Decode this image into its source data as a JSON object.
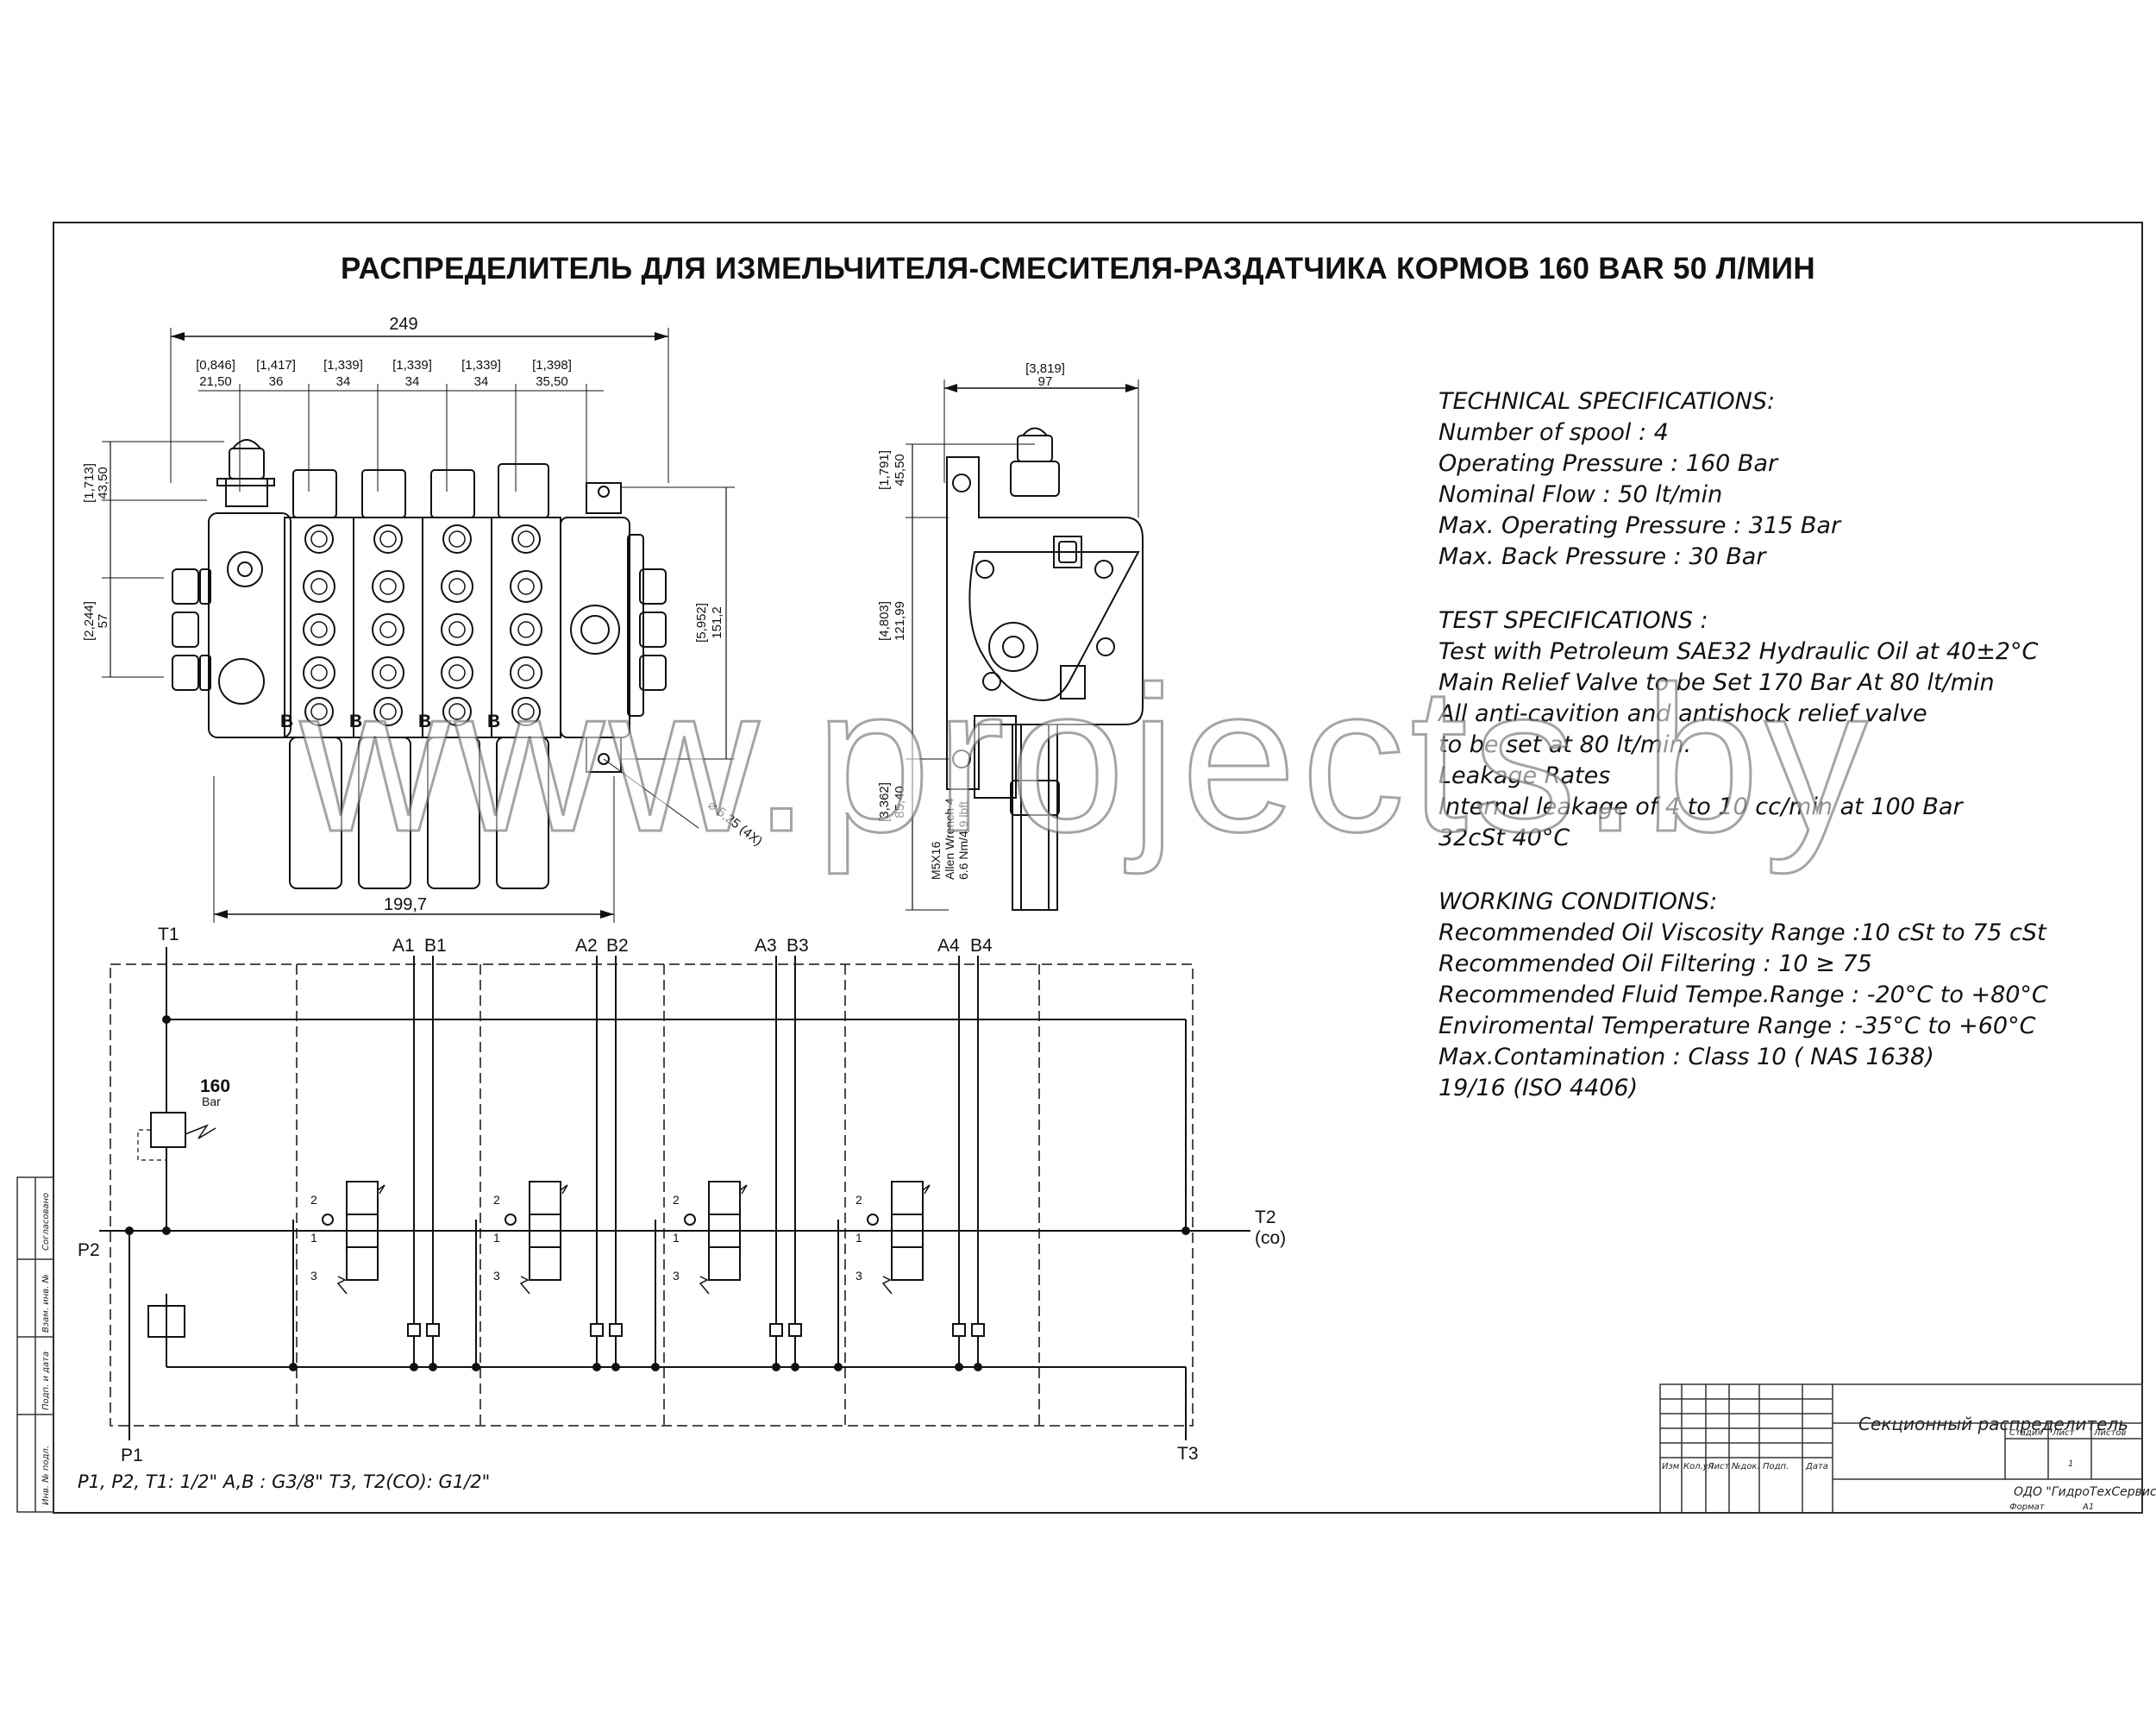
{
  "title": "РАСПРЕДЕЛИТЕЛЬ ДЛЯ ИЗМЕЛЬЧИТЕЛЯ-СМЕСИТЕЛЯ-РАЗДАТЧИКА КОРМОВ 160 BAR 50 Л/МИН",
  "watermark": "www.projects.by",
  "front_view": {
    "overall_width": "249",
    "body_width": "199,7",
    "pitch_inch": [
      "[0,846]",
      "[1,417]",
      "[1,339]",
      "[1,339]",
      "[1,339]",
      "[1,398]"
    ],
    "pitch_mm": [
      "21,50",
      "36",
      "34",
      "34",
      "34",
      "35,50"
    ],
    "left_top_inch": "[1,713]",
    "left_top_mm": "43,50",
    "left_mid_inch": "[2,244]",
    "left_mid_mm": "57",
    "right_inch": "[5,952]",
    "right_mm": "151,2",
    "hole_note": "⌀ 5,25 (4X)",
    "port_label": "B"
  },
  "side_view": {
    "width_inch": "[3,819]",
    "width_mm": "97",
    "top_inch": "[1,791]",
    "top_mm": "45,50",
    "mid_inch": "[4,803]",
    "mid_mm": "121,99",
    "bot_inch": "[3,362]",
    "bot_mm": "85,40",
    "screw_note_1": "M5X16",
    "screw_note_2": "Allen Wrench 4",
    "screw_note_3": "6.6 Nm/4.9 lbft"
  },
  "specs": {
    "tech_heading": "TECHNICAL SPECIFICATIONS:",
    "tech": [
      "Number of spool : 4",
      "Operating Pressure : 160 Bar",
      "Nominal Flow : 50 lt/min",
      "Max. Operating Pressure : 315 Bar",
      "Max. Back Pressure : 30 Bar"
    ],
    "test_heading": "TEST SPECIFICATIONS :",
    "test": [
      "Test with Petroleum SAE32 Hydraulic Oil at 40±2°C",
      "Main Relief Valve to be Set 170 Bar At 80 lt/min",
      "All anti-cavition and antishock relief valve",
      "to be set at 80 lt/min.",
      "Leakage Rates",
      "Internal leakage of 4 to 10 cc/min at 100 Bar",
      "32cSt 40°C"
    ],
    "work_heading": "WORKING CONDITIONS:",
    "work": [
      "Recommended Oil Viscosity Range :10 cSt to 75 cSt",
      "Recommended Oil Filtering : 10 ≥ 75",
      "Recommended Fluid Tempe.Range : -20°C to +80°C",
      "Enviromental Temperature Range : -35°C to +60°C",
      "Max.Contamination : Class 10 ( NAS 1638)",
      "19/16 (ISO 4406)"
    ]
  },
  "schematic": {
    "T1": "T1",
    "P1": "P1",
    "P2": "P2",
    "T3": "T3",
    "T2": "T2",
    "T2_co": "(co)",
    "relief_value": "160",
    "relief_unit": "Bar",
    "ports": [
      "A1",
      "B1",
      "A2",
      "B2",
      "A3",
      "B3",
      "A4",
      "B4"
    ],
    "pos_labels": [
      "2",
      "1",
      "3"
    ],
    "port_note": "P1, P2, T1: 1/2\"    A,B : G3/8\"   T3, T2(CO): G1/2\""
  },
  "stamp": {
    "drawing_name": "Секционный распределитель",
    "org": "ОДО \"ГидроТехСервис\"",
    "col_heads": [
      "Изм",
      "Кол.уч",
      "Лист",
      "№док.",
      "Подп.",
      "Дата"
    ],
    "stage_heads": [
      "Стадия",
      "Лист",
      "Листов"
    ],
    "sheet_value": "1",
    "format_label": "Формат",
    "format_value": "А1",
    "side_labels": [
      "Согласовано",
      "Взам. инв. №",
      "Подп. и дата",
      "Инв. № подл."
    ]
  }
}
